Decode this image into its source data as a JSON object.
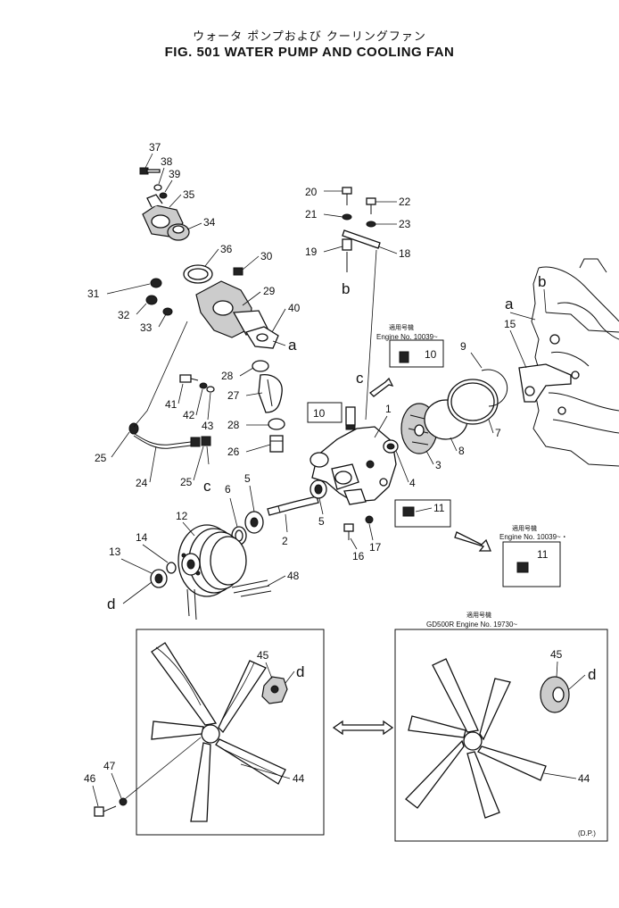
{
  "header": {
    "title_jp": "ウォータ ポンプおよび クーリングファン",
    "title_en": "FIG. 501  WATER PUMP AND COOLING FAN"
  },
  "callouts": [
    {
      "id": "37",
      "text": "37"
    },
    {
      "id": "38",
      "text": "38"
    },
    {
      "id": "39",
      "text": "39"
    },
    {
      "id": "35",
      "text": "35"
    },
    {
      "id": "34",
      "text": "34"
    },
    {
      "id": "36",
      "text": "36"
    },
    {
      "id": "30",
      "text": "30"
    },
    {
      "id": "31",
      "text": "31"
    },
    {
      "id": "32",
      "text": "32"
    },
    {
      "id": "33",
      "text": "33"
    },
    {
      "id": "29",
      "text": "29"
    },
    {
      "id": "40",
      "text": "40"
    },
    {
      "id": "a1",
      "text": "a"
    },
    {
      "id": "28a",
      "text": "28"
    },
    {
      "id": "27",
      "text": "27"
    },
    {
      "id": "28b",
      "text": "28"
    },
    {
      "id": "26",
      "text": "26"
    },
    {
      "id": "41",
      "text": "41"
    },
    {
      "id": "42",
      "text": "42"
    },
    {
      "id": "43",
      "text": "43"
    },
    {
      "id": "25a",
      "text": "25"
    },
    {
      "id": "24",
      "text": "24"
    },
    {
      "id": "25b",
      "text": "25"
    },
    {
      "id": "c1",
      "text": "c"
    },
    {
      "id": "20",
      "text": "20"
    },
    {
      "id": "22",
      "text": "22"
    },
    {
      "id": "21",
      "text": "21"
    },
    {
      "id": "23",
      "text": "23"
    },
    {
      "id": "19",
      "text": "19"
    },
    {
      "id": "18",
      "text": "18"
    },
    {
      "id": "b1",
      "text": "b"
    },
    {
      "id": "c2",
      "text": "c"
    },
    {
      "id": "10a",
      "text": "10"
    },
    {
      "id": "10b",
      "text": "10"
    },
    {
      "id": "1",
      "text": "1"
    },
    {
      "id": "9",
      "text": "9"
    },
    {
      "id": "a2",
      "text": "a"
    },
    {
      "id": "b2",
      "text": "b"
    },
    {
      "id": "15",
      "text": "15"
    },
    {
      "id": "7",
      "text": "7"
    },
    {
      "id": "8",
      "text": "8"
    },
    {
      "id": "3",
      "text": "3"
    },
    {
      "id": "4",
      "text": "4"
    },
    {
      "id": "6",
      "text": "6"
    },
    {
      "id": "5a",
      "text": "5"
    },
    {
      "id": "5b",
      "text": "5"
    },
    {
      "id": "2",
      "text": "2"
    },
    {
      "id": "11a",
      "text": "11"
    },
    {
      "id": "17",
      "text": "17"
    },
    {
      "id": "16",
      "text": "16"
    },
    {
      "id": "11b",
      "text": "11"
    },
    {
      "id": "12",
      "text": "12"
    },
    {
      "id": "14",
      "text": "14"
    },
    {
      "id": "13",
      "text": "13"
    },
    {
      "id": "d1",
      "text": "d"
    },
    {
      "id": "48",
      "text": "48"
    },
    {
      "id": "45a",
      "text": "45"
    },
    {
      "id": "d2",
      "text": "d"
    },
    {
      "id": "44a",
      "text": "44"
    },
    {
      "id": "47",
      "text": "47"
    },
    {
      "id": "46",
      "text": "46"
    },
    {
      "id": "45b",
      "text": "45"
    },
    {
      "id": "d3",
      "text": "d"
    },
    {
      "id": "44b",
      "text": "44"
    }
  ],
  "notes": {
    "applicable_jp": "適用号機",
    "engine_1": "Engine  No. 10039~",
    "engine_2": "Engine  No. 10039~",
    "engine_3": "Engine  No. 10039~・",
    "engine_gd": "GD500R  Engine  No. 19730~",
    "dp": "(D.P.)"
  }
}
